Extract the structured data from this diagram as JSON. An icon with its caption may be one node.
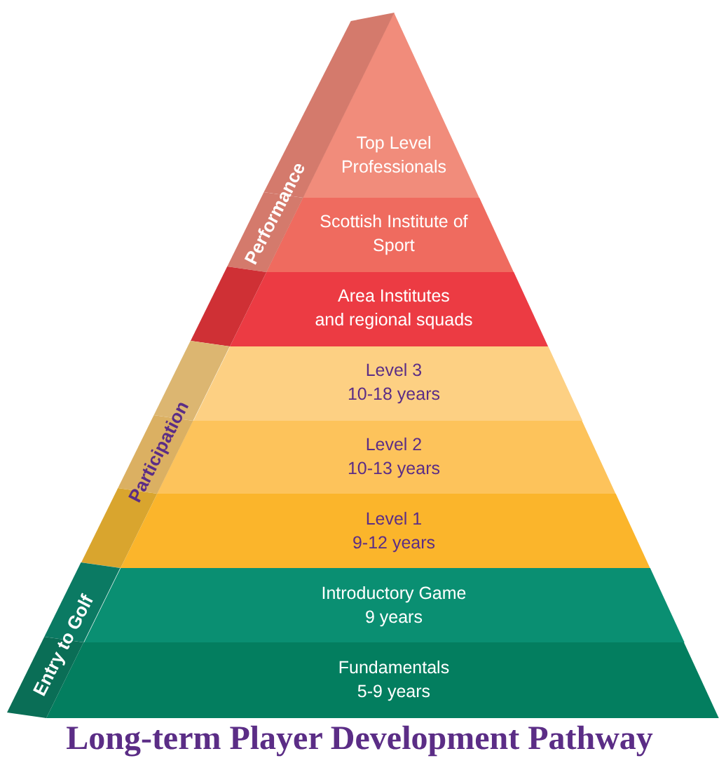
{
  "diagram": {
    "title": "Long-term Player Development Pathway",
    "nodes": [
      {
        "text": [
          "Top Level Professionals"
        ]
      },
      {
        "text": [
          "Scottish Institute of Sport"
        ]
      },
      {
        "text": [
          "Area Institutes",
          "and regional squads"
        ]
      },
      {
        "text": [
          "Level 3",
          "10-18 years"
        ]
      },
      {
        "text": [
          "Level 2",
          "10-13 years"
        ]
      },
      {
        "text": [
          "Level 1",
          "9-12 years"
        ]
      },
      {
        "text": [
          "Introductory Game",
          "9 years"
        ]
      },
      {
        "text": [
          "Fundamentals",
          "5-9 years"
        ]
      },
      {
        "text": [
          "Performance"
        ]
      },
      {
        "text": [
          "Participation"
        ]
      },
      {
        "text": [
          "Entry to Golf"
        ]
      }
    ]
  }
}
